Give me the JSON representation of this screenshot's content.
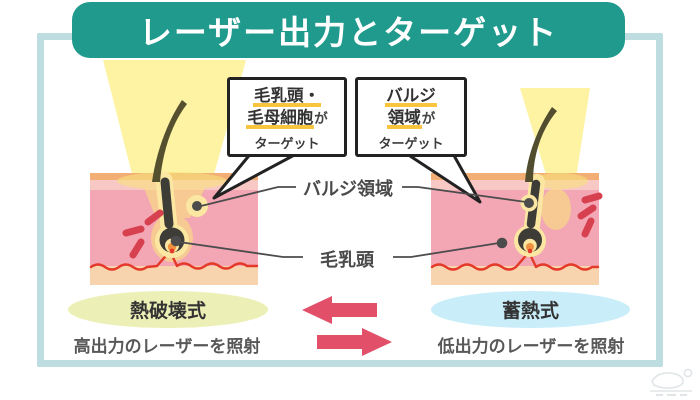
{
  "title": "レーザー出力とターゲット",
  "callouts": {
    "left": {
      "line1": "毛乳頭・",
      "line2_highlight": "毛母細胞",
      "line2_suffix": "が",
      "line3": "ターゲット"
    },
    "right": {
      "line1": "バルジ",
      "line2_highlight": "領域",
      "line2_suffix": "が",
      "line3": "ターゲット"
    }
  },
  "anatomy_labels": {
    "bulge": "バルジ領域",
    "papilla": "毛乳頭"
  },
  "methods": {
    "left": {
      "name": "熱破壊式",
      "description": "高出力のレーザーを照射"
    },
    "right": {
      "name": "蓄熱式",
      "description": "低出力のレーザーを照射"
    }
  },
  "icons": {
    "swap_left": "arrow-left",
    "swap_right": "arrow-right",
    "watermark": "logo-sketch"
  },
  "colors": {
    "banner_bg": "#1f9a8d",
    "banner_text": "#ffffff",
    "frame": "#bddde1",
    "arrow": "#e14f68",
    "highlight": "#f9c53f",
    "badge_left_bg": "#edf0b6",
    "badge_right_bg": "#c9eefa",
    "laser": "#fdf3a3",
    "laser_glow": "#f8e27d",
    "skin_epidermis": "#f2ae74",
    "skin_upper_stripe": "#f8c8c4",
    "skin_dermis": "#f3a6b4",
    "skin_lower": "#f8d4ae",
    "vessel": "#e43928",
    "impact_marks": "#d7414f",
    "hair": "#55502e",
    "follicle": "#3d3c37",
    "follicle_outline": "#fbe7a2",
    "pointer": "#4c4c4c"
  }
}
